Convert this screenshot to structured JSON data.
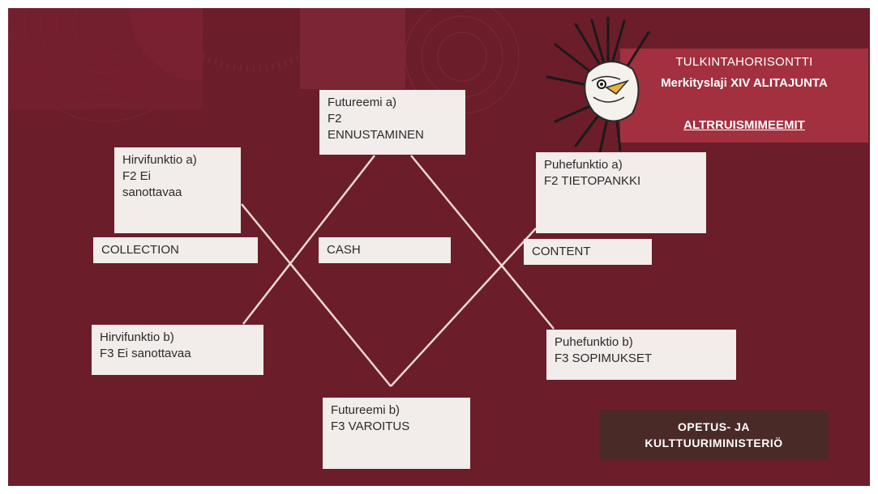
{
  "header": {
    "line1": "TULKINTAHORISONTTI",
    "line2": "Merkityslaji XIV ALITAJUNTA",
    "line3": "ALTRRUISMIMEEMIT"
  },
  "nodes": {
    "futureemi_a": "Futureemi a)\nF2\nENNUSTAMINEN",
    "futureemi_b": "Futureemi b)\nF3 VAROITUS",
    "hirvifunktio_a": "Hirvifunktio a)\nF2 Ei\nsanottavaa",
    "hirvifunktio_b": "Hirvifunktio b)\nF3 Ei sanottavaa",
    "puhefunktio_a": "Puhefunktio a)\nF2 TIETOPANKKI",
    "puhefunktio_b": "Puhefunktio b)\nF3 SOPIMUKSET"
  },
  "labels": {
    "collection": "COLLECTION",
    "cash": "CASH",
    "content": "CONTENT"
  },
  "ministry": "OPETUS- JA\nKULTTUURIMINISTERIÖ",
  "colors": {
    "background": "#6b1d2a",
    "box": "#f2ecea",
    "header": "#a3303f",
    "ministry": "#4a2a27",
    "line": "#efd9d2"
  }
}
